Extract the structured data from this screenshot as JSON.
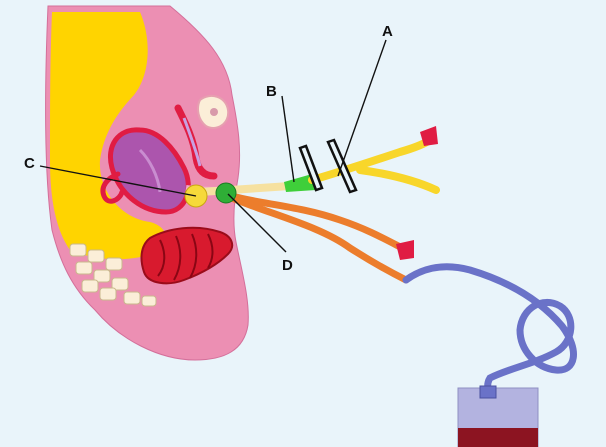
{
  "labels": {
    "a": "A",
    "b": "B",
    "c": "C",
    "d": "D"
  },
  "colors": {
    "background": "#e9f4fa",
    "tissue": "#ec8fb3",
    "fat": "#ffd400",
    "bladder": "#ac55ad",
    "red": "#e01c43",
    "balloon": "#f6d93a",
    "green": "#3fcf3a",
    "catheter_tube": "#f6e1a0",
    "yellow_tube": "#f8d62a",
    "orange_tube": "#ec7d2c",
    "drain_tube": "#6a72c8",
    "bag": "#b3b3e0",
    "urine": "#8c1421"
  },
  "icons": [
    "clamp-icon"
  ]
}
